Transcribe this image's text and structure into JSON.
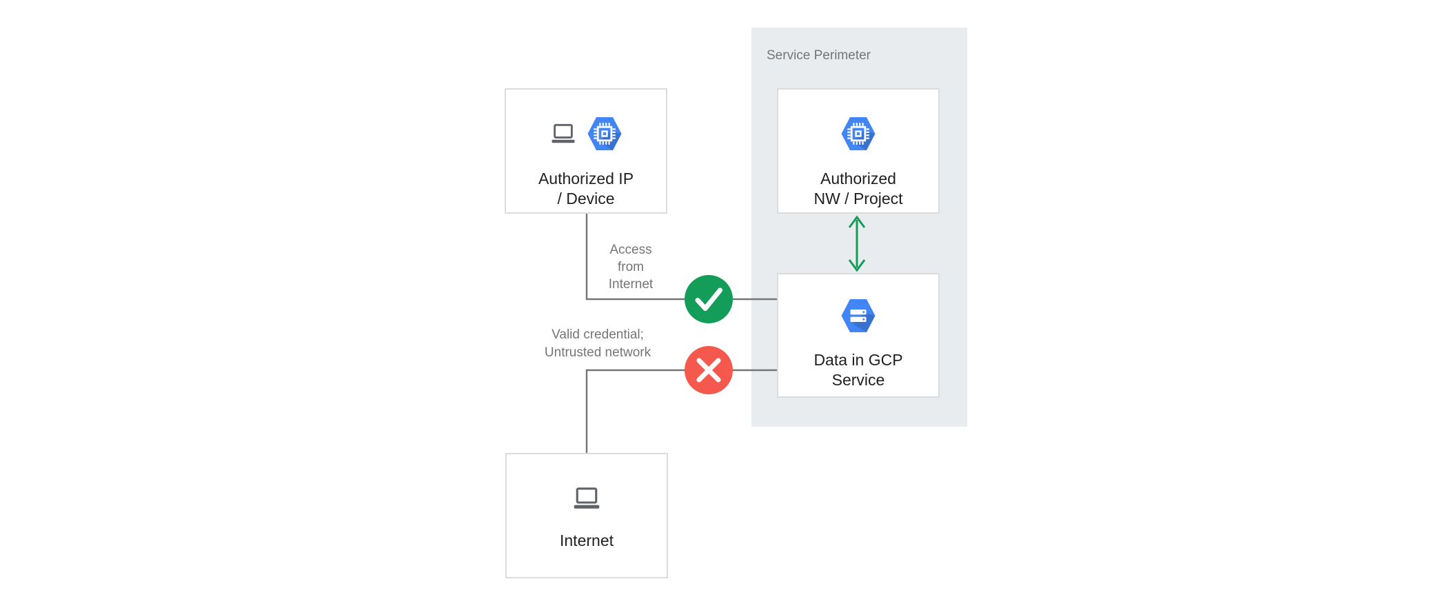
{
  "diagram": {
    "perimeter": {
      "label": "Service Perimeter"
    },
    "nodes": {
      "authorized_ip": {
        "lines": [
          "Authorized IP",
          "/ Device"
        ],
        "icons": [
          "laptop-icon",
          "compute-engine-hexagon-icon"
        ]
      },
      "authorized_nw": {
        "lines": [
          "Authorized",
          "NW / Project"
        ],
        "icons": [
          "compute-engine-hexagon-icon"
        ]
      },
      "data_gcp": {
        "lines": [
          "Data in GCP",
          "Service"
        ],
        "icons": [
          "storage-hexagon-icon"
        ]
      },
      "internet": {
        "lines": [
          "Internet"
        ],
        "icons": [
          "laptop-icon"
        ]
      }
    },
    "edges": {
      "access": {
        "label_lines": [
          "Access",
          "from",
          "Internet"
        ],
        "status": "allowed",
        "status_icon": "check-icon"
      },
      "untrusted": {
        "label_lines": [
          "Valid credential;",
          "Untrusted network"
        ],
        "status": "denied",
        "status_icon": "x-icon"
      }
    },
    "arrow": {
      "icon": "double-headed-arrow-icon",
      "direction": "vertical-bidirectional"
    }
  },
  "colors": {
    "background": "#ffffff",
    "perimeter_fill": "#e9ecee",
    "node_border": "#dcdcdc",
    "node_text": "#212121",
    "muted_text": "#757575",
    "line": "#757575",
    "allowed": "#139d58",
    "denied": "#f5584c",
    "hexagon_blue": "#4285f4",
    "icon_gray": "#5f6368",
    "mark_white": "#ffffff"
  }
}
